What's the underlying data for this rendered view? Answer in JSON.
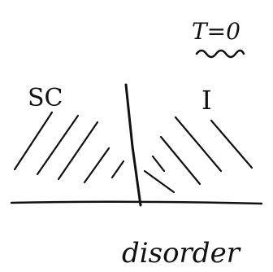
{
  "diagram": {
    "labels": {
      "temperature": "T=0",
      "left_region": "SC",
      "right_region": "I",
      "x_axis": "disorder"
    },
    "colors": {
      "ink": "#111111",
      "background": "#ffffff"
    }
  }
}
